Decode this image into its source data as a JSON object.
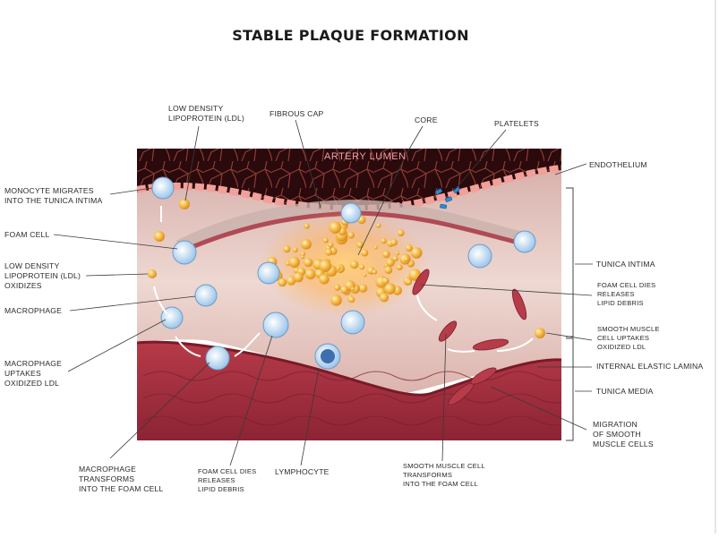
{
  "title": "STABLE PLAQUE FORMATION",
  "lumen_label": "ARTERY LUMEN",
  "labels": {
    "ldl": "LOW DENSITY\nLIPOPROTEIN (LDL)",
    "fibrous_cap": "FIBROUS CAP",
    "core": "CORE",
    "platelets": "PLATELETS",
    "endothelium": "ENDOTHELIUM",
    "monocyte": "MONOCYTE MIGRATES\nINTO THE TUNICA INTIMA",
    "foam_cell": "FOAM CELL",
    "ldl_oxidizes": "LOW DENSITY\nLIPOPROTEIN (LDL)\nOXIDIZES",
    "macrophage": "MACROPHAGE",
    "macrophage_uptakes": "MACROPHAGE\nUPTAKES\nOXIDIZED LDL",
    "tunica_intima": "TUNICA INTIMA",
    "foam_dies_right": "FOAM CELL DIES\nRELEASES\nLIPID DEBRIS",
    "smooth_uptakes": "SMOOTH MUSCLE\nCELL UPTAKES\nOXIDIZED LDL",
    "internal_elastic": "INTERNAL ELASTIC LAMINA",
    "tunica_media": "TUNICA MEDIA",
    "migration": "MIGRATION\nOF SMOOTH\nMUSCLE CELLS",
    "macrophage_transforms": "MACROPHAGE\nTRANSFORMS\nINTO THE FOAM CELL",
    "foam_dies_bottom": "FOAM CELL DIES\nRELEASES\nLIPID DEBRIS",
    "lymphocyte": "LYMPHOCYTE",
    "smooth_transforms": "SMOOTH MUSCLE CELL\nTRANSFORMS\nINTO THE FOAM CELL"
  },
  "colors": {
    "lumen": "#2a0a0c",
    "intima": "#e9cfc8",
    "media": "#a3303e",
    "lipid": "#f6b03a",
    "endothelium": "#f2a09a",
    "macrophage": "#bcd9f2",
    "line": "#444444"
  }
}
